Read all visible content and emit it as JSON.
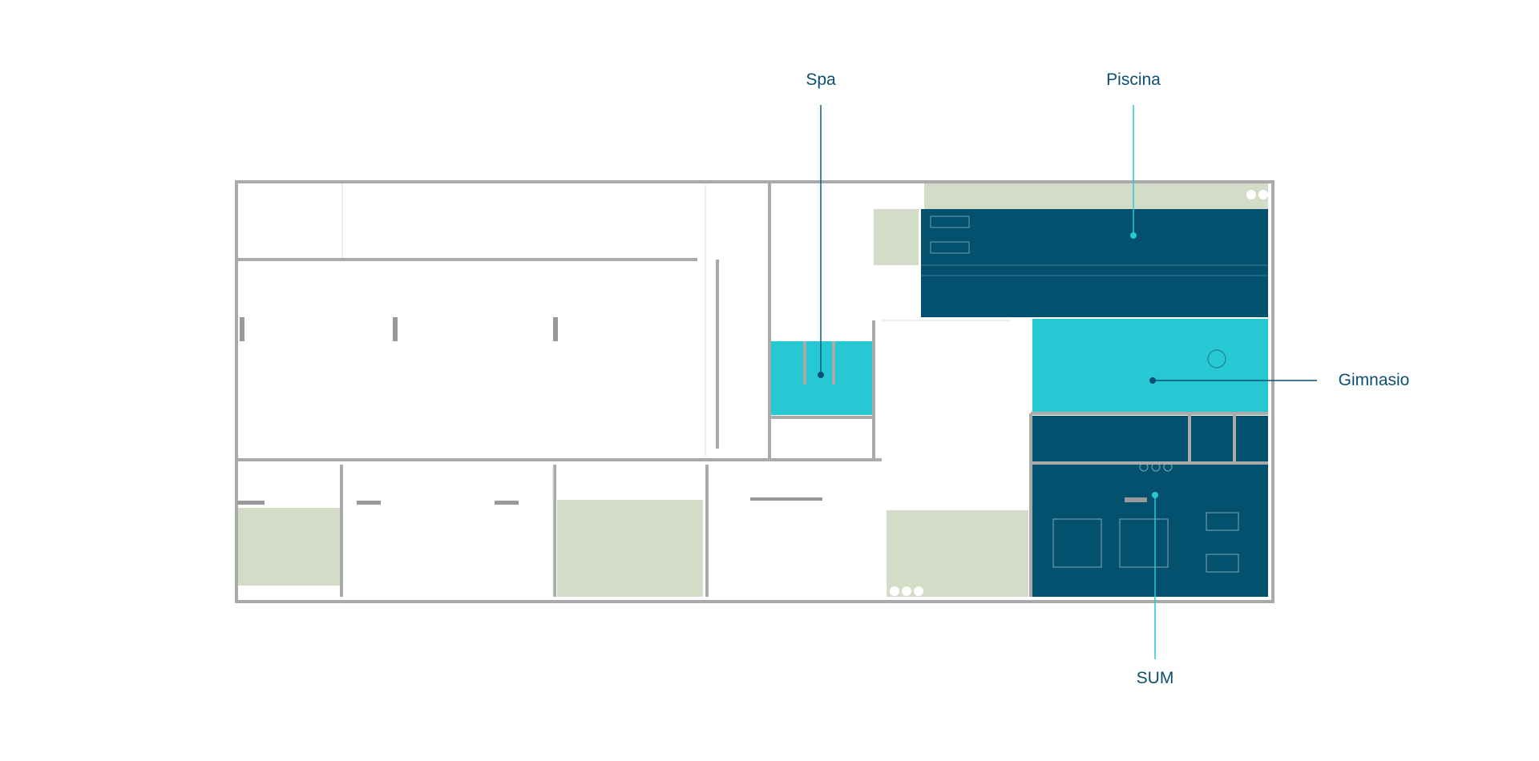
{
  "labels": {
    "spa": "Spa",
    "piscina": "Piscina",
    "gimnasio": "Gimnasio",
    "sum": "SUM"
  },
  "colors": {
    "dark_zone": "#03516f",
    "light_zone": "#26c9d3",
    "label_text": "#0b4f73",
    "grass": "#d3dcc6",
    "wall": "#aaaaaa"
  }
}
